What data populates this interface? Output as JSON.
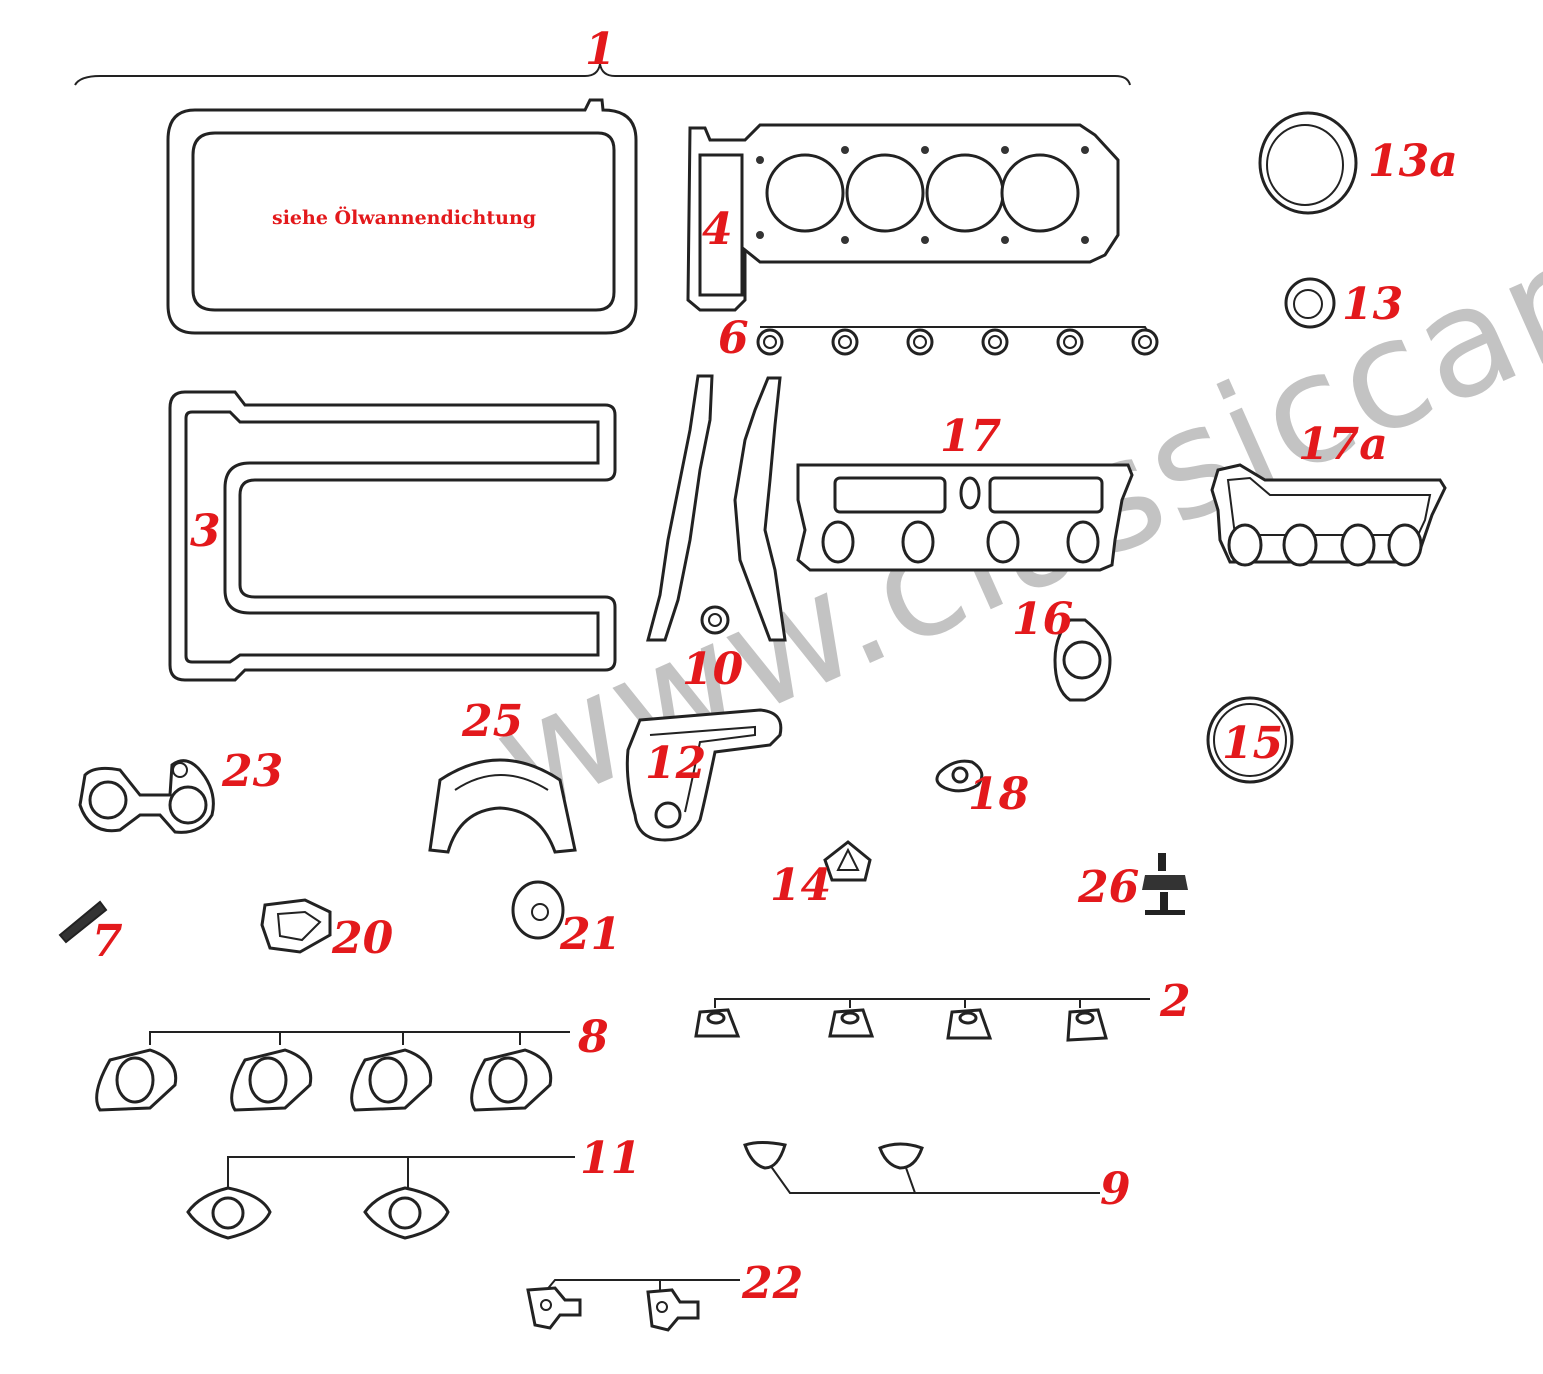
{
  "watermark": "www.classiccars.c",
  "note": "siehe Ölwannendichtung",
  "labels": {
    "n1": "1",
    "n2": "2",
    "n3": "3",
    "n4": "4",
    "n6": "6",
    "n7": "7",
    "n8": "8",
    "n9": "9",
    "n10": "10",
    "n11": "11",
    "n12": "12",
    "n13": "13",
    "n13a": "13a",
    "n14": "14",
    "n15": "15",
    "n16": "16",
    "n17": "17",
    "n17a": "17a",
    "n18": "18",
    "n20": "20",
    "n21": "21",
    "n22": "22",
    "n23": "23",
    "n25": "25",
    "n26": "26"
  },
  "colors": {
    "label": "#e3191c",
    "line": "#222222",
    "watermark": "#b9b9b9"
  }
}
